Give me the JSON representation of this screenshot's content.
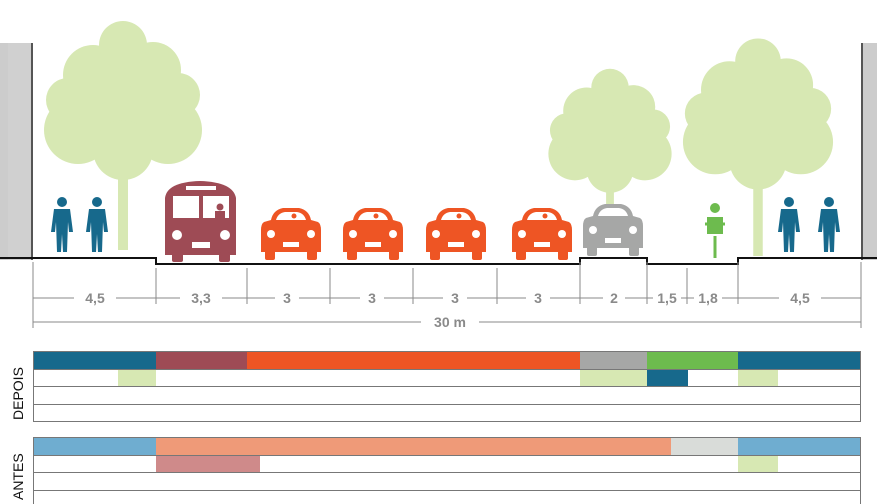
{
  "colors": {
    "sidewalk": "#17698c",
    "bus": "#9e4b55",
    "car_lane": "#ee5524",
    "parking": "#a6a7a6",
    "bike": "#6dbb4e",
    "tree": "#d7e8b3",
    "sidewalk_before": "#6fadd0",
    "traffic_before": "#ef9a78",
    "parking_before": "#d9dcd9",
    "bus_before": "#cf8a8a",
    "grid": "#777777",
    "dimension": "#8a8a8a"
  },
  "section": {
    "widths": [
      "4,5",
      "3,3",
      "3",
      "3",
      "3",
      "3",
      "2",
      "1,5",
      "1,8",
      "4,5"
    ],
    "total": "30 m"
  },
  "bars": {
    "after_label": "DEPOIS",
    "before_label": "ANTES"
  }
}
